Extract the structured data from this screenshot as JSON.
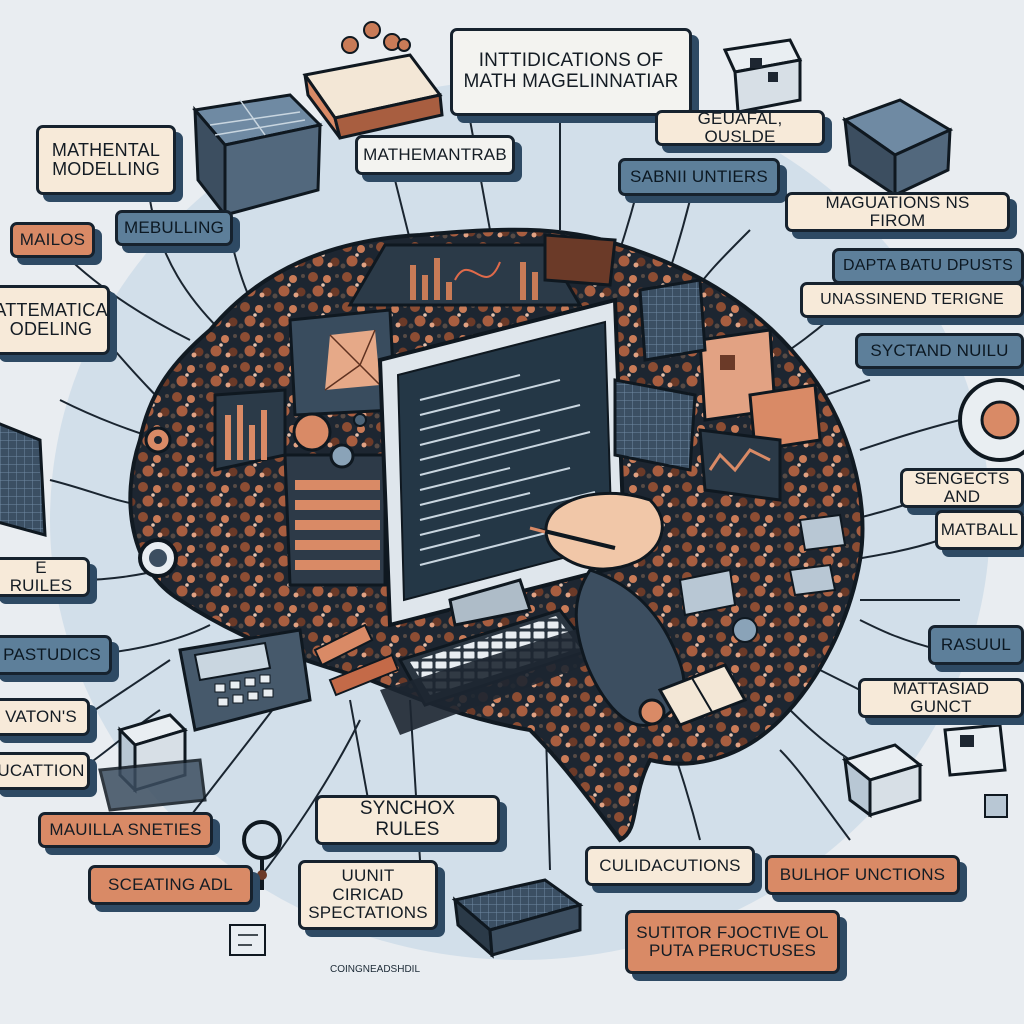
{
  "palette": {
    "background": "#e9edf1",
    "blob": "#1d2631",
    "shadow": "#2e4a64",
    "copper": "#d98a66",
    "cream": "#f7ead9",
    "slate": "#5d7f9a",
    "screen": "#243746",
    "screen_text": "#c9d6e0"
  },
  "labels": {
    "top_banner": [
      "INTTIDICATIONS OF",
      "MATH MAGELINNATIAR"
    ],
    "gaeufal": "GEUAFAL, OUSLDE",
    "mathemantrab": "MATHEMANTRAB",
    "mathental": [
      "MATHENTAL",
      "MODELLING"
    ],
    "mebulling": "MEBULLING",
    "mailos": "MAILOS",
    "athematica": [
      "ATTEMATICA",
      "ODELING"
    ],
    "sabni": "SABNII UNTIERS",
    "maguations": "MAGUATIONS NS FIROM",
    "dapta": "DAPTA BATU DPUSTS",
    "unassinend": "UNASSINEND TERIGNE",
    "syctand": "SYCTAND NUILU",
    "sengects": "SENGECTS AND",
    "matball": "MATBALL",
    "e_ruiles": "E RUILES",
    "pastudics": "PASTUDICS",
    "rasuul": "RASUUL",
    "vatons": "VATON'S",
    "ucattion": "UCATTION",
    "mattasiad": "MATTASIAD GUNCT",
    "mauilla": "MAUILLA SNETIES",
    "synchox": "SYNCHOX RULES",
    "unit_ciricad": [
      "UUNIT CIRICAD",
      "SPECTATIONS"
    ],
    "culida": "CULIDACUTIONS",
    "bulhof": "BULHOF UNCTIONS",
    "sceating": "SCEATING ADL",
    "sutitor": [
      "SUTITOR FJOCTIVE OL",
      "PUTA PERUCTUSES"
    ],
    "bottom_tag": "COINGNEADSHDIL"
  },
  "icons": [
    "computer-monitor-icon",
    "keyboard-icon",
    "calculator-icon",
    "hand-with-pen-icon",
    "gear-icon",
    "cube-icon",
    "chip-icon",
    "magnifier-icon",
    "open-book-icon",
    "bar-chart-icon"
  ]
}
